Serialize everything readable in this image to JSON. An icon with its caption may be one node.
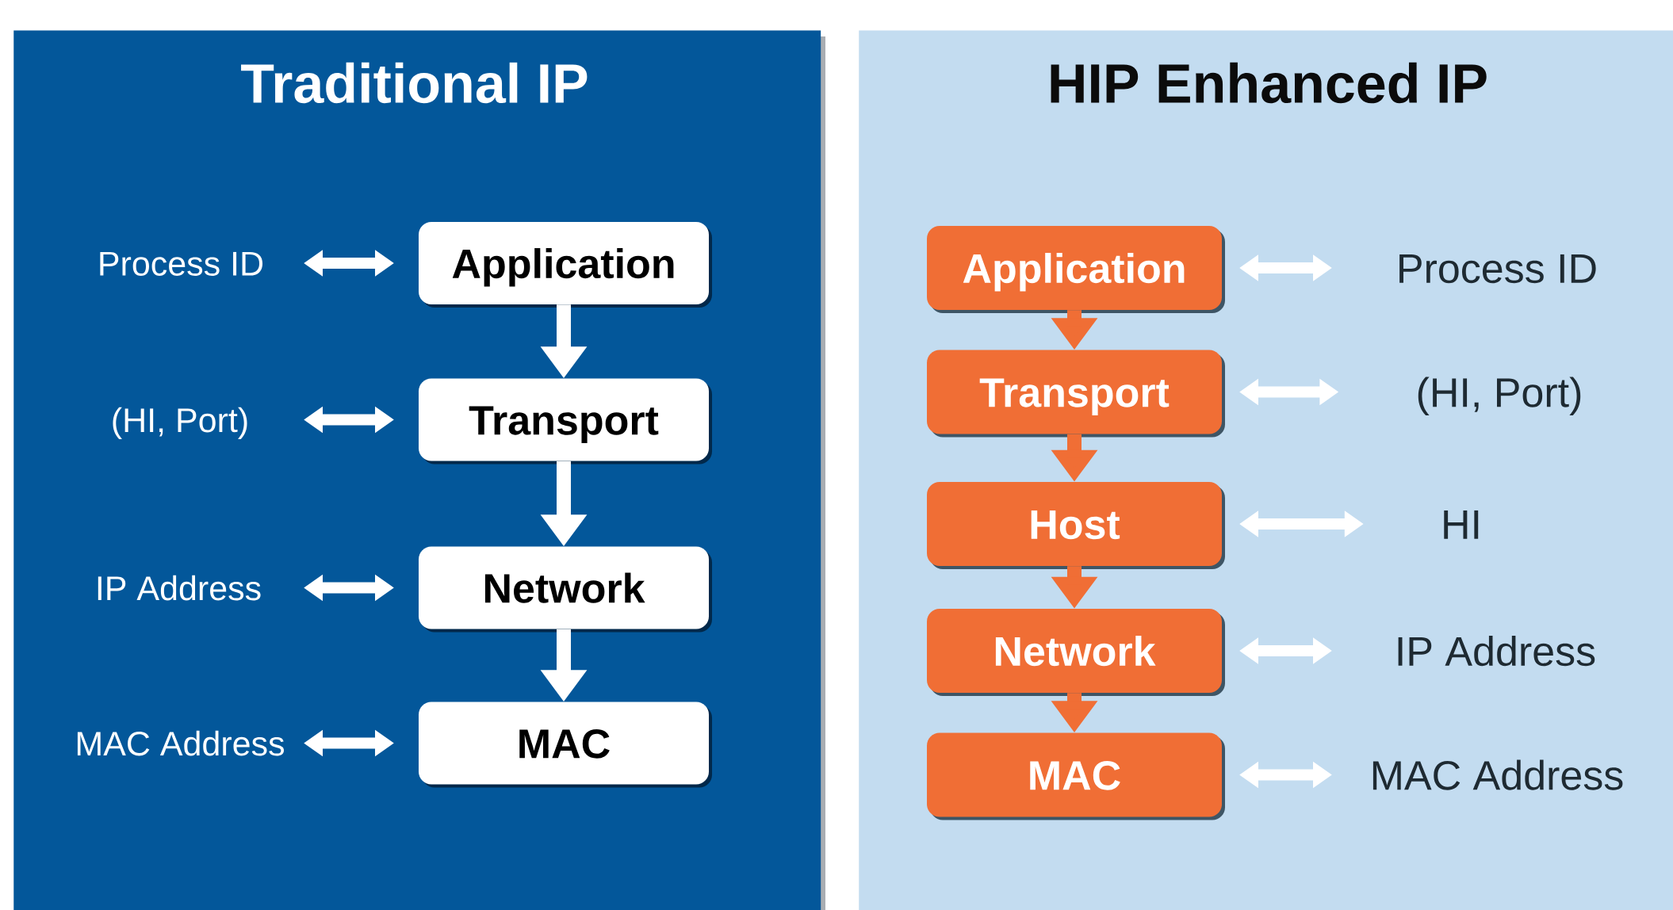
{
  "diagram": {
    "nodes": [
      {
        "text": [
          "Traditional IP"
        ]
      },
      {
        "text": [
          "Process ID"
        ],
        "in": 0
      },
      {
        "text": [
          "Application"
        ],
        "in": 0
      },
      {
        "text": [
          "(HI, Port)"
        ],
        "in": 0
      },
      {
        "text": [
          "Transport"
        ],
        "in": 0
      },
      {
        "text": [
          "IP Address"
        ],
        "in": 0
      },
      {
        "text": [
          "Network"
        ],
        "in": 0
      },
      {
        "text": [
          "MAC Address"
        ],
        "in": 0
      },
      {
        "text": [
          "MAC"
        ],
        "in": 0
      },
      {
        "text": [
          "HIP Enhanced IP"
        ]
      },
      {
        "text": [
          "Application"
        ],
        "in": 9
      },
      {
        "text": [
          "Process ID"
        ],
        "in": 9
      },
      {
        "text": [
          "Transport"
        ],
        "in": 9
      },
      {
        "text": [
          "(HI, Port)"
        ],
        "in": 9
      },
      {
        "text": [
          "Host"
        ],
        "in": 9
      },
      {
        "text": [
          "HI"
        ],
        "in": 9
      },
      {
        "text": [
          "Network"
        ],
        "in": 9
      },
      {
        "text": [
          "IP Address"
        ],
        "in": 9
      },
      {
        "text": [
          "MAC"
        ],
        "in": 9
      },
      {
        "text": [
          "MAC Address"
        ],
        "in": 9
      }
    ],
    "edges": [
      {
        "from": 1,
        "to": 2,
        "arrow": "both"
      },
      {
        "from": 2,
        "to": 4,
        "arrow": "to"
      },
      {
        "from": 3,
        "to": 4,
        "arrow": "both"
      },
      {
        "from": 4,
        "to": 6,
        "arrow": "to"
      },
      {
        "from": 5,
        "to": 6,
        "arrow": "both"
      },
      {
        "from": 6,
        "to": 8,
        "arrow": "to"
      },
      {
        "from": 7,
        "to": 8,
        "arrow": "both"
      },
      {
        "from": 10,
        "to": 11,
        "arrow": "both"
      },
      {
        "from": 10,
        "to": 12,
        "arrow": "to",
        "color": "#f06e35"
      },
      {
        "from": 12,
        "to": 13,
        "arrow": "both"
      },
      {
        "from": 12,
        "to": 14,
        "arrow": "to",
        "color": "#f06e35"
      },
      {
        "from": 14,
        "to": 15,
        "arrow": "both"
      },
      {
        "from": 14,
        "to": 16,
        "arrow": "to",
        "color": "#f06e35"
      },
      {
        "from": 16,
        "to": 17,
        "arrow": "both"
      },
      {
        "from": 16,
        "to": 18,
        "arrow": "to",
        "color": "#f06e35"
      },
      {
        "from": 18,
        "to": 19,
        "arrow": "both"
      }
    ]
  }
}
